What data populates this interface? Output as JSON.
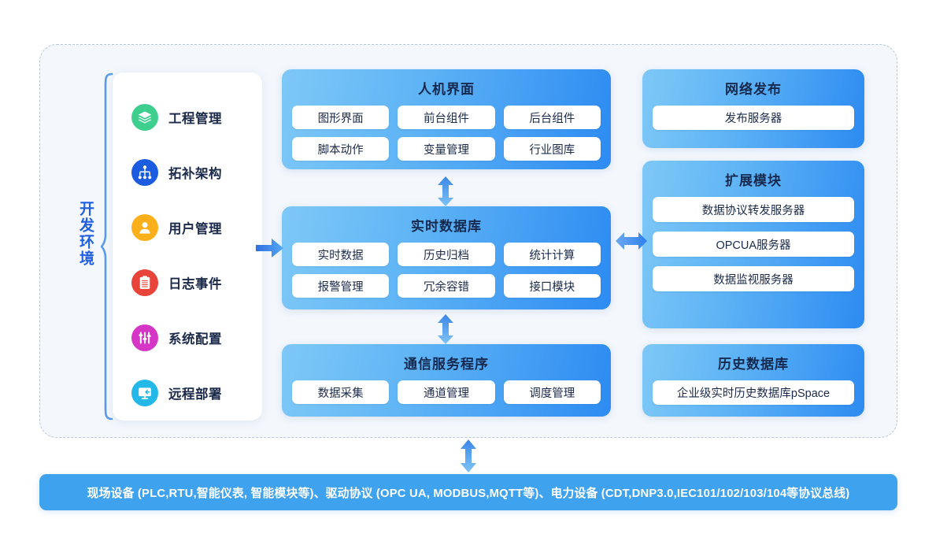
{
  "diagram": {
    "dev_environment": {
      "label": "开发环境",
      "items": [
        {
          "label": "工程管理",
          "icon": "layers-icon",
          "color": "#3ecf8e"
        },
        {
          "label": "拓补架构",
          "icon": "hierarchy-icon",
          "color": "#1b5ce0"
        },
        {
          "label": "用户管理",
          "icon": "user-icon",
          "color": "#fbb01b"
        },
        {
          "label": "日志事件",
          "icon": "clipboard-icon",
          "color": "#e8443a"
        },
        {
          "label": "系统配置",
          "icon": "sliders-icon",
          "color": "#d636c6"
        },
        {
          "label": "远程部署",
          "icon": "monitor-deploy-icon",
          "color": "#23b8e8"
        }
      ]
    },
    "modules": {
      "hmi": {
        "title": "人机界面",
        "rows": [
          [
            "图形界面",
            "前台组件",
            "后台组件"
          ],
          [
            "脚本动作",
            "变量管理",
            "行业图库"
          ]
        ]
      },
      "rtdb": {
        "title": "实时数据库",
        "rows": [
          [
            "实时数据",
            "历史归档",
            "统计计算"
          ],
          [
            "报警管理",
            "冗余容错",
            "接口模块"
          ]
        ]
      },
      "comm": {
        "title": "通信服务程序",
        "rows": [
          [
            "数据采集",
            "通道管理",
            "调度管理"
          ]
        ]
      },
      "publish": {
        "title": "网络发布",
        "rows": [
          [
            "发布服务器"
          ]
        ]
      },
      "extension": {
        "title": "扩展模块",
        "rows": [
          [
            "数据协议转发服务器"
          ],
          [
            "OPCUA服务器"
          ],
          [
            "数据监视服务器"
          ]
        ]
      },
      "history": {
        "title": "历史数据库",
        "rows": [
          [
            "企业级实时历史数据库pSpace"
          ]
        ]
      }
    },
    "bottom_bar": {
      "text": "现场设备 (PLC,RTU,智能仪表, 智能模块等)、驱动协议 (OPC UA, MODBUS,MQTT等)、电力设备 (CDT,DNP3.0,IEC101/102/103/104等协议总线)"
    },
    "arrows": [
      {
        "name": "dev-to-rtdb-arrow",
        "direction": "right"
      },
      {
        "name": "hmi-rtdb-arrow",
        "direction": "vertical-both"
      },
      {
        "name": "rtdb-comm-arrow",
        "direction": "vertical-both"
      },
      {
        "name": "rtdb-extension-arrow",
        "direction": "horizontal-both"
      },
      {
        "name": "comm-bottombar-arrow",
        "direction": "vertical-both"
      }
    ],
    "colors": {
      "card_gradient_start": "#7ec8f7",
      "card_gradient_end": "#2d8bf2",
      "bottom_bar": "#3fa2ee",
      "title_text": "#14294d",
      "dev_label": "#1f5fe0",
      "frame_bg": "#f4f7fc",
      "frame_border": "#b9c6d8"
    }
  }
}
